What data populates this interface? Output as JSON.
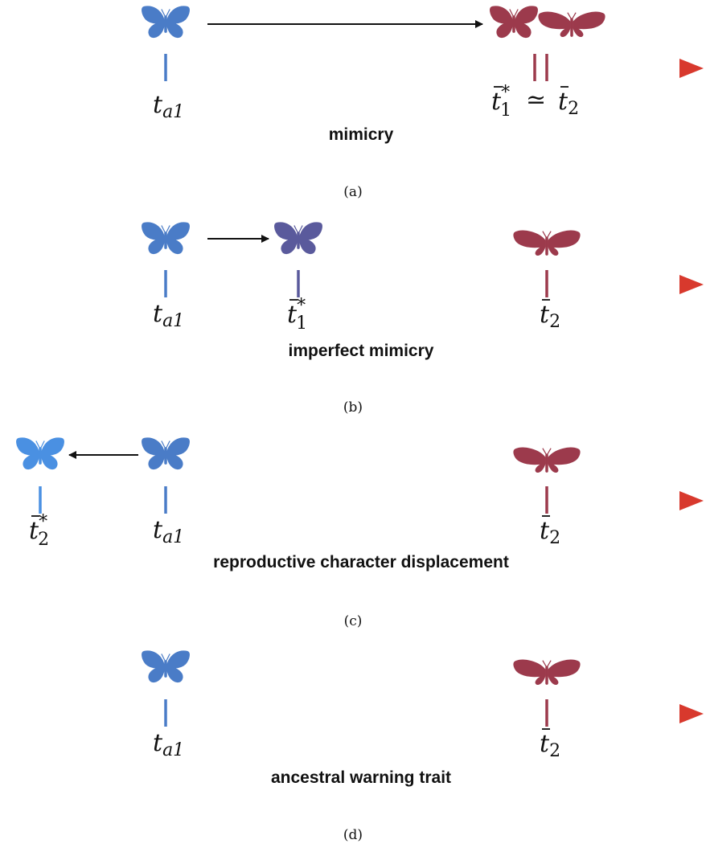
{
  "colors": {
    "blue": "#4a7cc7",
    "light_blue": "#4a90e2",
    "mid_purple": "#5a5a9c",
    "red": "#9c3a4c",
    "axis_start": "#3d8ee0",
    "axis_mid": "#5a4f8e",
    "axis_end": "#d8392d"
  },
  "symbols": {
    "approx": "≃"
  },
  "panels": [
    {
      "label": "mimicry",
      "caption": "(a)",
      "ticks": [
        {
          "name": "t",
          "bar": false,
          "star": false,
          "sub": "a1"
        },
        {
          "name": "t",
          "bar": true,
          "star": true,
          "sub": "1"
        },
        {
          "name": "t",
          "bar": true,
          "star": false,
          "sub": "2"
        }
      ]
    },
    {
      "label": "imperfect mimicry",
      "caption": "(b)",
      "ticks": [
        {
          "name": "t",
          "bar": false,
          "star": false,
          "sub": "a1"
        },
        {
          "name": "t",
          "bar": true,
          "star": true,
          "sub": "1"
        },
        {
          "name": "t",
          "bar": true,
          "star": false,
          "sub": "2"
        }
      ]
    },
    {
      "label": "reproductive character displacement",
      "caption": "(c)",
      "ticks": [
        {
          "name": "t",
          "bar": true,
          "star": true,
          "sub": "2"
        },
        {
          "name": "t",
          "bar": false,
          "star": false,
          "sub": "a1"
        },
        {
          "name": "t",
          "bar": true,
          "star": false,
          "sub": "2"
        }
      ]
    },
    {
      "label": "ancestral warning trait",
      "caption": "(d)",
      "ticks": [
        {
          "name": "t",
          "bar": false,
          "star": false,
          "sub": "a1"
        },
        {
          "name": "t",
          "bar": true,
          "star": false,
          "sub": "2"
        }
      ]
    }
  ]
}
